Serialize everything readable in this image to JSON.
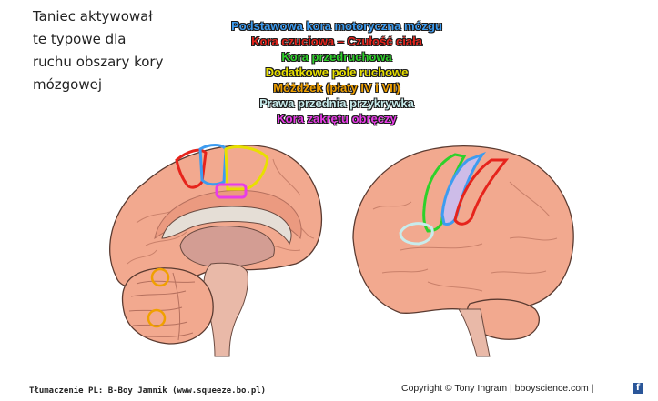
{
  "caption": [
    "Taniec aktywował",
    "te typowe dla",
    "ruchu obszary kory",
    "mózgowej"
  ],
  "legend": [
    {
      "text": "Podstawowa kora motoryczna mózgu",
      "color": "#3d9cf0"
    },
    {
      "text": "Kora czuciowa – Czułość ciała",
      "color": "#e6241c"
    },
    {
      "text": "Kora przedruchowa",
      "color": "#2ed12a"
    },
    {
      "text": "Dodatkowe pole ruchowe",
      "color": "#e8e000"
    },
    {
      "text": "Móżdżek (płaty IV i VII)",
      "color": "#f0a000"
    },
    {
      "text": "Prawa przednia przykrywka",
      "color": "#c8ecec"
    },
    {
      "text": "Kora zakrętu obręczy",
      "color": "#e83ce8"
    }
  ],
  "footer": {
    "translation": "Tłumaczenie PL: B-Boy Jamnik (www.squeeze.bo.pl)",
    "copyright": "Copyright © Tony Ingram | bboyscience.com |"
  }
}
